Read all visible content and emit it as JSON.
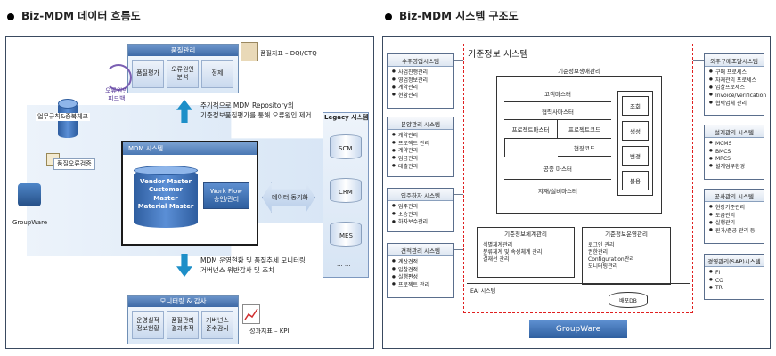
{
  "left": {
    "title": "Biz-MDM 데이터 흐름도",
    "quality_mgmt": {
      "header": "품질관리",
      "cells": [
        "품질평가",
        "오류원인\n분석",
        "정제"
      ]
    },
    "quality_index": "품질지표 – DQI/CTQ",
    "feedback": "오류원인\n피드백",
    "rules_check": "업무규칙&중복체크",
    "quality_error_check": "품질오류검증",
    "periodic_note": "주기적으로 MDM Repository의\n기준정보품질평가를 통해 오류원인 제거",
    "groupware": "GroupWare",
    "mdm_system": {
      "header": "MDM 시스템",
      "masters": "Vendor Master\nCustomer Master\nMaterial Master",
      "workflow": "Work Flow\n승인/관리"
    },
    "data_sync": "데이터 동기화",
    "legacy": {
      "header": "Legacy 시스템",
      "items": [
        "SCM",
        "CRM",
        "MES",
        "... ..."
      ]
    },
    "monitor_note": "MDM 운영현황 및 품질추세 모니터링\n거버넌스 위반감사 및 조치",
    "monitoring": {
      "header": "모니터링 & 감사",
      "cells": [
        "운영실적\n정보현황",
        "품질관리\n결과추적",
        "거버넌스\n준수감사"
      ]
    },
    "kpi": "성과지표 – KPI"
  },
  "right": {
    "title": "Biz-MDM 시스템 구조도",
    "left_systems": [
      {
        "name": "수주영업시스템",
        "items": [
          "사업진행관리",
          "영업정보관리",
          "계약관리",
          "현황관리"
        ]
      },
      {
        "name": "분양관리 시스템",
        "items": [
          "계약관리",
          "프로젝트 관리",
          "계약관리",
          "입금관리",
          "대출관리"
        ]
      },
      {
        "name": "입주하자 시스템",
        "items": [
          "입주관리",
          "소송관리",
          "하자보수관리"
        ]
      },
      {
        "name": "견적관리 시스템",
        "items": [
          "계산견적",
          "입찰견적",
          "실행편성",
          "프로젝트 관리"
        ]
      }
    ],
    "center": {
      "title": "기준정보 시스템",
      "info_mgmt": "기준정보생애관리",
      "masters": [
        "고객마스터",
        "협력사마스터",
        "프로젝트마스터",
        "프로젝트코드",
        "현장코드",
        "공종 마스터",
        "자재/설비마스터"
      ],
      "actions": [
        "조회",
        "생성",
        "변경",
        "불용"
      ],
      "system_mgmt": {
        "name": "기준정보체계관리",
        "items": [
          "식별체계관리",
          "분류체계 및 속성체계 관리",
          "결재선 관리"
        ]
      },
      "ops_mgmt": {
        "name": "기준정보운영관리",
        "items": [
          "로그인 관리",
          "권한관리",
          "Configuration관리",
          "모니터링관리"
        ]
      },
      "eai": "EAI 시스템",
      "db": "배포DB"
    },
    "groupware": "GroupWare",
    "right_systems": [
      {
        "name": "외주구매조달시스템",
        "items": [
          "구매 프로세스",
          "자재관리 프로세스",
          "입찰프로세스",
          "Invoice/Verification",
          "협력업체 관리"
        ]
      },
      {
        "name": "설계관리 시스템",
        "items": [
          "MCMS",
          "BMCS",
          "MRCS",
          "설계업무환경"
        ]
      },
      {
        "name": "공사관리 시스템",
        "items": [
          "현장기준관리",
          "도급관리",
          "실행관리",
          "원가/준공 관리 등"
        ]
      },
      {
        "name": "경영관리(SAP)시스템",
        "items": [
          "FI",
          "CO",
          "TR"
        ]
      }
    ]
  },
  "colors": {
    "accent": "#3e6aa6",
    "dashed_border": "#e02020",
    "groupware_bar": "#3f73b8"
  }
}
